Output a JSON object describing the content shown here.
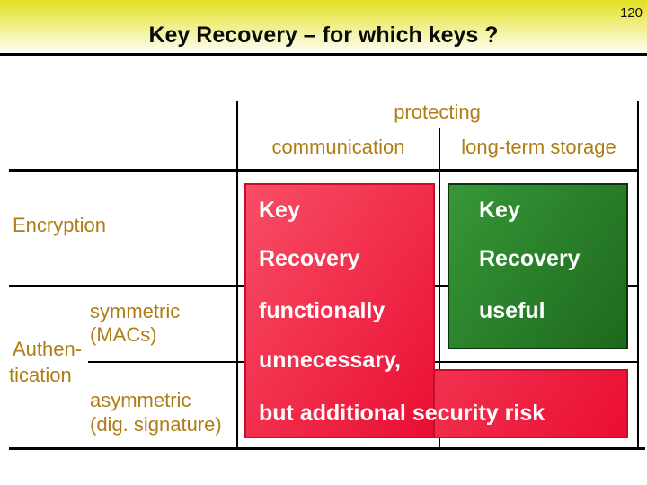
{
  "slide": {
    "page_number": "120",
    "title": "Key Recovery – for which keys ?"
  },
  "matrix": {
    "col_group_header": "protecting",
    "columns": [
      {
        "label": "communication"
      },
      {
        "label": "long-term storage"
      }
    ],
    "row_labels": {
      "encryption": "Encryption",
      "authentication_line1": "Authen-",
      "authentication_line2": "tication",
      "symmetric_line1": "symmetric",
      "symmetric_line2": "(MACs)",
      "asymmetric_line1": "asymmetric",
      "asymmetric_line2": "(dig. signature)"
    },
    "cells": {
      "red_communication": {
        "line1": "Key",
        "line2": "Recovery",
        "line3": "functionally",
        "line4": "unnecessary,",
        "line5": "but additional security risk"
      },
      "green_storage": {
        "line1": "Key",
        "line2": "Recovery",
        "line3": "useful"
      }
    }
  },
  "colors": {
    "band-top": "#e3e01f",
    "band-bottom": "#fefef6",
    "gold": "#ae7d15",
    "red-light": "#f84e65",
    "red-dark": "#ea0e33",
    "red-border": "#c50d2e",
    "green-light": "#379737",
    "green-dark": "#1d691d",
    "green-border": "#0d330d"
  }
}
